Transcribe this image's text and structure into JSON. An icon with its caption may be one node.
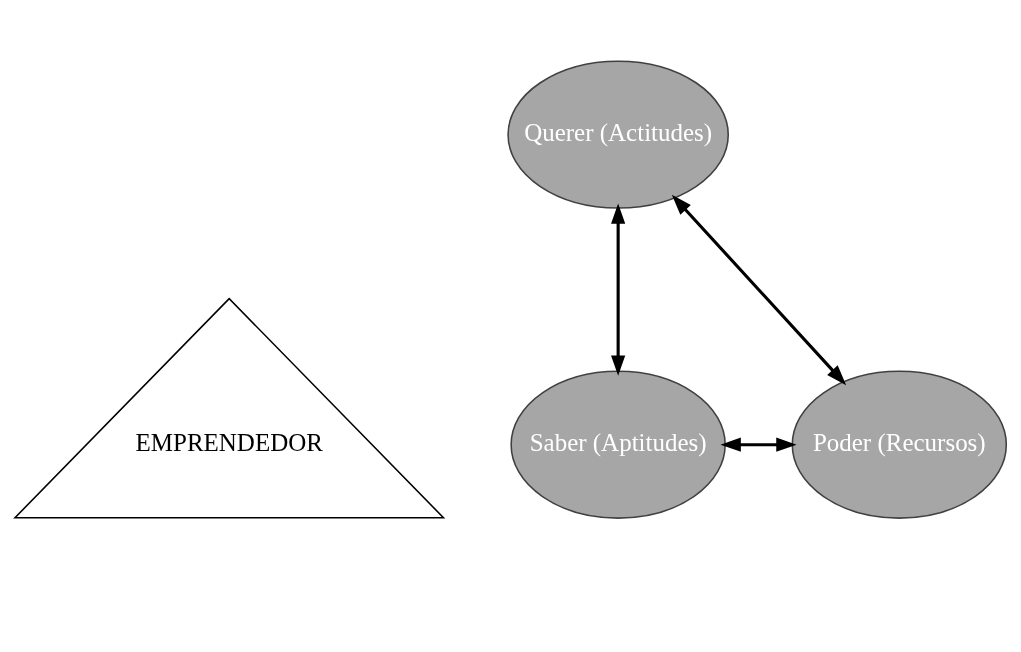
{
  "diagram": {
    "nodes": [
      {
        "text": [
          "Querer (Actitudes)"
        ]
      },
      {
        "text": [
          "EMPRENDEDOR"
        ]
      },
      {
        "text": [
          "Saber (Aptitudes)"
        ]
      },
      {
        "text": [
          "Poder (Recursos)"
        ]
      }
    ],
    "edges": [
      {
        "from": 0,
        "to": 2,
        "arrow": "both"
      },
      {
        "from": 0,
        "to": 3,
        "arrow": "both"
      },
      {
        "from": 2,
        "to": 3,
        "arrow": "both"
      }
    ]
  }
}
